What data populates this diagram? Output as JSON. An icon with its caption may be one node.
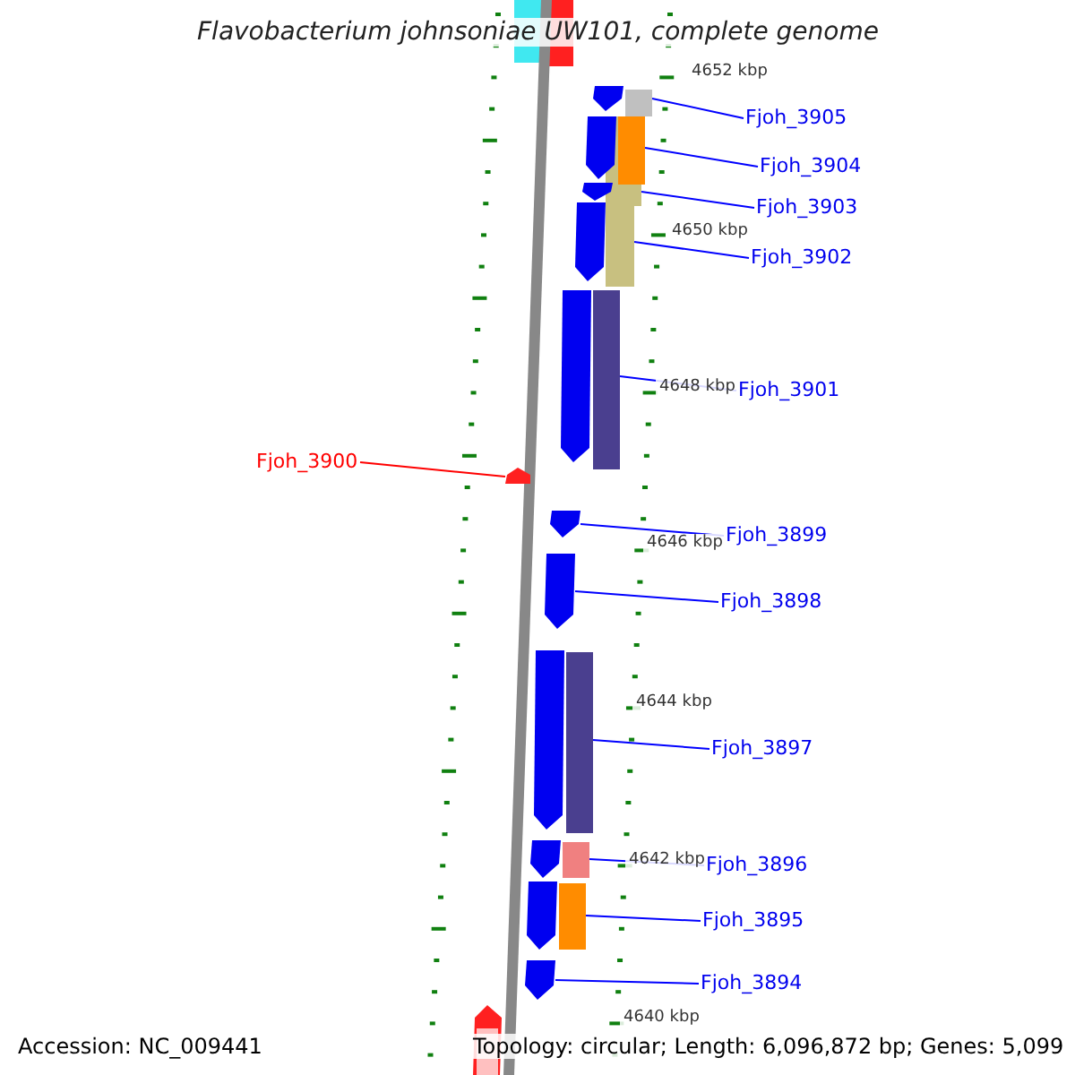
{
  "diagram": {
    "title": "Flavobacterium johnsoniae UW101, complete genome",
    "nodes": [
      {
        "text": [
          "Fjoh_3905"
        ]
      },
      {
        "text": [
          "Fjoh_3904"
        ]
      },
      {
        "text": [
          "Fjoh_3903"
        ]
      },
      {
        "text": [
          "Fjoh_3902"
        ]
      },
      {
        "text": [
          "Fjoh_3901"
        ]
      },
      {
        "text": [
          "Fjoh_3900"
        ]
      },
      {
        "text": [
          "Fjoh_3899"
        ]
      },
      {
        "text": [
          "Fjoh_3898"
        ]
      },
      {
        "text": [
          "Fjoh_3897"
        ]
      },
      {
        "text": [
          "Fjoh_3896"
        ]
      },
      {
        "text": [
          "Fjoh_3895"
        ]
      },
      {
        "text": [
          "Fjoh_3894"
        ]
      },
      {
        "text": [],
        "shape": "arrow"
      },
      {
        "text": [],
        "shape": "arrow"
      },
      {
        "text": [],
        "shape": "arrow"
      },
      {
        "text": [],
        "shape": "arrow"
      },
      {
        "text": [],
        "shape": "arrow"
      },
      {
        "text": [],
        "shape": "arrow"
      },
      {
        "text": [],
        "shape": "arrow"
      },
      {
        "text": [],
        "shape": "arrow"
      },
      {
        "text": [],
        "shape": "arrow"
      },
      {
        "text": [],
        "shape": "arrow"
      },
      {
        "text": [],
        "shape": "arrow"
      },
      {
        "text": [],
        "shape": "arrow"
      }
    ],
    "edges": [
      {
        "from": 0,
        "to": 12,
        "arrow": "none"
      },
      {
        "from": 1,
        "to": 13,
        "arrow": "none"
      },
      {
        "from": 2,
        "to": 14,
        "arrow": "none"
      },
      {
        "from": 3,
        "to": 15,
        "arrow": "none"
      },
      {
        "from": 4,
        "to": 16,
        "arrow": "none"
      },
      {
        "from": 5,
        "to": 17,
        "arrow": "none",
        "color": "#ff0000"
      },
      {
        "from": 6,
        "to": 18,
        "arrow": "none"
      },
      {
        "from": 7,
        "to": 19,
        "arrow": "none"
      },
      {
        "from": 8,
        "to": 20,
        "arrow": "none"
      },
      {
        "from": 9,
        "to": 21,
        "arrow": "none"
      },
      {
        "from": 10,
        "to": 22,
        "arrow": "none"
      },
      {
        "from": 11,
        "to": 23,
        "arrow": "none"
      }
    ],
    "labels": [
      "4652 kbp",
      "4650 kbp",
      "4648 kbp",
      "4646 kbp",
      "4644 kbp",
      "4642 kbp",
      "4640 kbp",
      "Accession: NC_009441",
      "Topology: circular; Length: 6,096,872 bp; Genes: 5,099"
    ]
  }
}
